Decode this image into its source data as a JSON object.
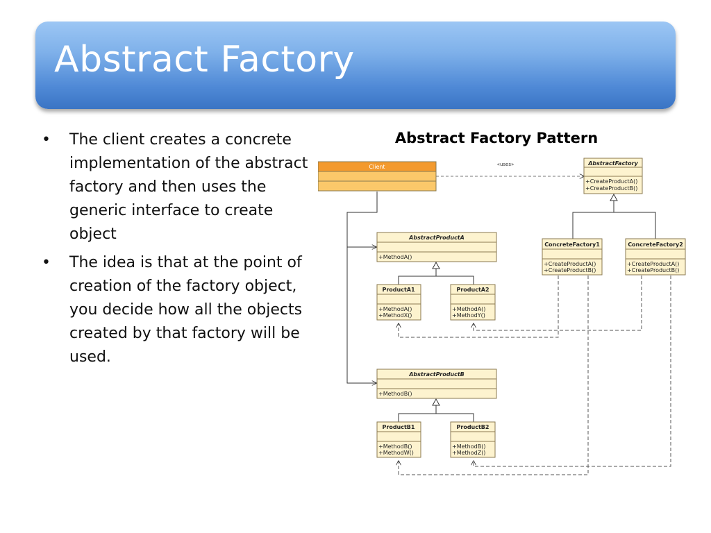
{
  "slide": {
    "title": "Abstract Factory",
    "bullets": [
      "The client creates a concrete implementation of the abstract factory and then uses the generic interface to create object",
      "The idea is that at the point of creation of the factory object, you decide how all the objects created by that factory will be used."
    ],
    "bullet_symbol": "•"
  },
  "diagram": {
    "title": "Abstract Factory Pattern",
    "uses_label": "«uses»",
    "client": {
      "name": "Client"
    },
    "abstract_factory": {
      "name": "AbstractFactory",
      "methods": [
        "+CreateProductA()",
        "+CreateProductB()"
      ]
    },
    "concrete_factory1": {
      "name": "ConcreteFactory1",
      "methods": [
        "+CreateProductA()",
        "+CreateProductB()"
      ]
    },
    "concrete_factory2": {
      "name": "ConcreteFactory2",
      "methods": [
        "+CreateProductA()",
        "+CreateProductB()"
      ]
    },
    "abstract_product_a": {
      "name": "AbstractProductA",
      "methods": [
        "+MethodA()"
      ]
    },
    "product_a1": {
      "name": "ProductA1",
      "methods": [
        "+MethodA()",
        "+MethodX()"
      ]
    },
    "product_a2": {
      "name": "ProductA2",
      "methods": [
        "+MethodA()",
        "+MethodY()"
      ]
    },
    "abstract_product_b": {
      "name": "AbstractProductB",
      "methods": [
        "+MethodB()"
      ]
    },
    "product_b1": {
      "name": "ProductB1",
      "methods": [
        "+MethodB()",
        "+MethodW()"
      ]
    },
    "product_b2": {
      "name": "ProductB2",
      "methods": [
        "+MethodB()",
        "+MethodZ()"
      ]
    }
  },
  "colors": {
    "title_bar_top": "#9cc6f4",
    "title_bar_bottom": "#3a74c4",
    "class_fill": "#fdf3cf",
    "class_border": "#8a7a50",
    "client_header": "#f39a2e",
    "client_body": "#fbc86a"
  }
}
